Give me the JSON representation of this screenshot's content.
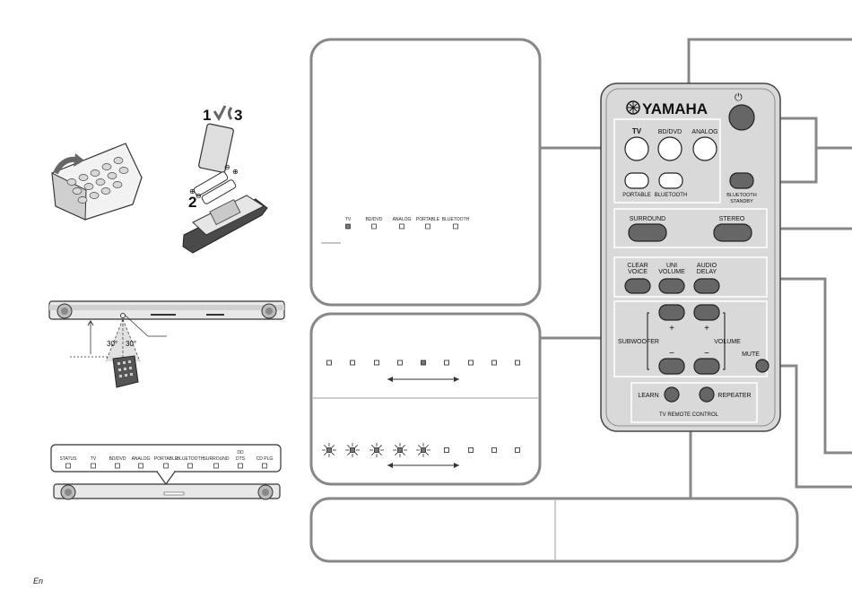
{
  "remote": {
    "brand": "YAMAHA",
    "power_symbol": "⏻",
    "input_buttons": [
      "TV",
      "BD/DVD",
      "ANALOG"
    ],
    "source_buttons": [
      "PORTABLE",
      "BLUETOOTH"
    ],
    "bluetooth_standby": [
      "BLUETOOTH",
      "STANDBY"
    ],
    "surround_label": "SURROUND",
    "stereo_label": "STEREO",
    "clear_voice": [
      "CLEAR",
      "VOICE"
    ],
    "uni_volume": [
      "UNI",
      "VOLUME"
    ],
    "audio_delay": [
      "AUDIO",
      "DELAY"
    ],
    "subwoofer_label": "SUBWOOFER",
    "volume_label": "VOLUME",
    "plus": "+",
    "minus": "−",
    "mute_label": "MUTE",
    "learn_label": "LEARN",
    "repeater_label": "REPEATER",
    "tv_remote_label": "TV REMOTE CONTROL"
  },
  "battery_steps": {
    "step1": "1",
    "step2": "2",
    "step3": "3",
    "plus": "⊕",
    "minus": "⊖"
  },
  "indicator_panel": {
    "labels": [
      "TV",
      "BD/DVD",
      "ANALOG",
      "PORTABLE",
      "BLUETOOTH"
    ],
    "lit_index": 0
  },
  "level_panel": {
    "lit_index": 4,
    "lit_count": 5,
    "dot_count": 9,
    "arrow": "⟷"
  },
  "front_panel": {
    "labels": [
      "STATUS",
      "TV",
      "BD/DVD",
      "ANALOG",
      "PORTABLE",
      "BLUETOOTH",
      "SURROUND",
      "DTS",
      "CD PLG"
    ],
    "dts_logo": "DD"
  },
  "angle_diagram": {
    "left_angle": "30°",
    "right_angle": "30°"
  },
  "footer": "En"
}
